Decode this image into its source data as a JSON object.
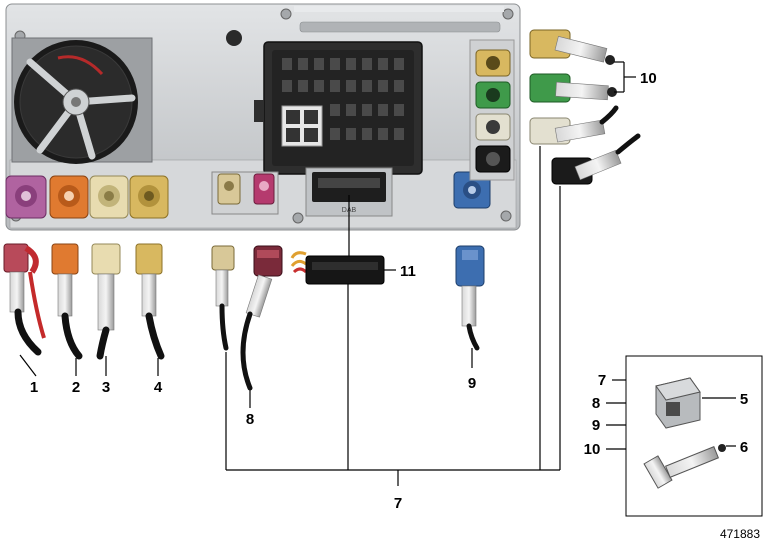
{
  "diagram": {
    "reference_number": "471883",
    "module_label": "DAB",
    "callouts": {
      "c1": "1",
      "c2": "2",
      "c3": "3",
      "c4": "4",
      "c8": "8",
      "c9": "9",
      "c10": "10",
      "c11": "11",
      "c7": "7"
    },
    "inset": {
      "labels": {
        "l7": "7",
        "l8": "8",
        "l9": "9",
        "l10": "10"
      },
      "part5": "5",
      "part6": "6"
    }
  },
  "colors": {
    "housing": "#c9ccce",
    "connector_violet": "#b063a0",
    "connector_orange": "#e07a30",
    "connector_cream": "#e8dcb0",
    "connector_yellow": "#d8b860",
    "connector_green": "#3f9a4a",
    "connector_blue": "#3d6eb0",
    "connector_maroon": "#7a2a3a",
    "connector_black": "#1b1b1b"
  }
}
